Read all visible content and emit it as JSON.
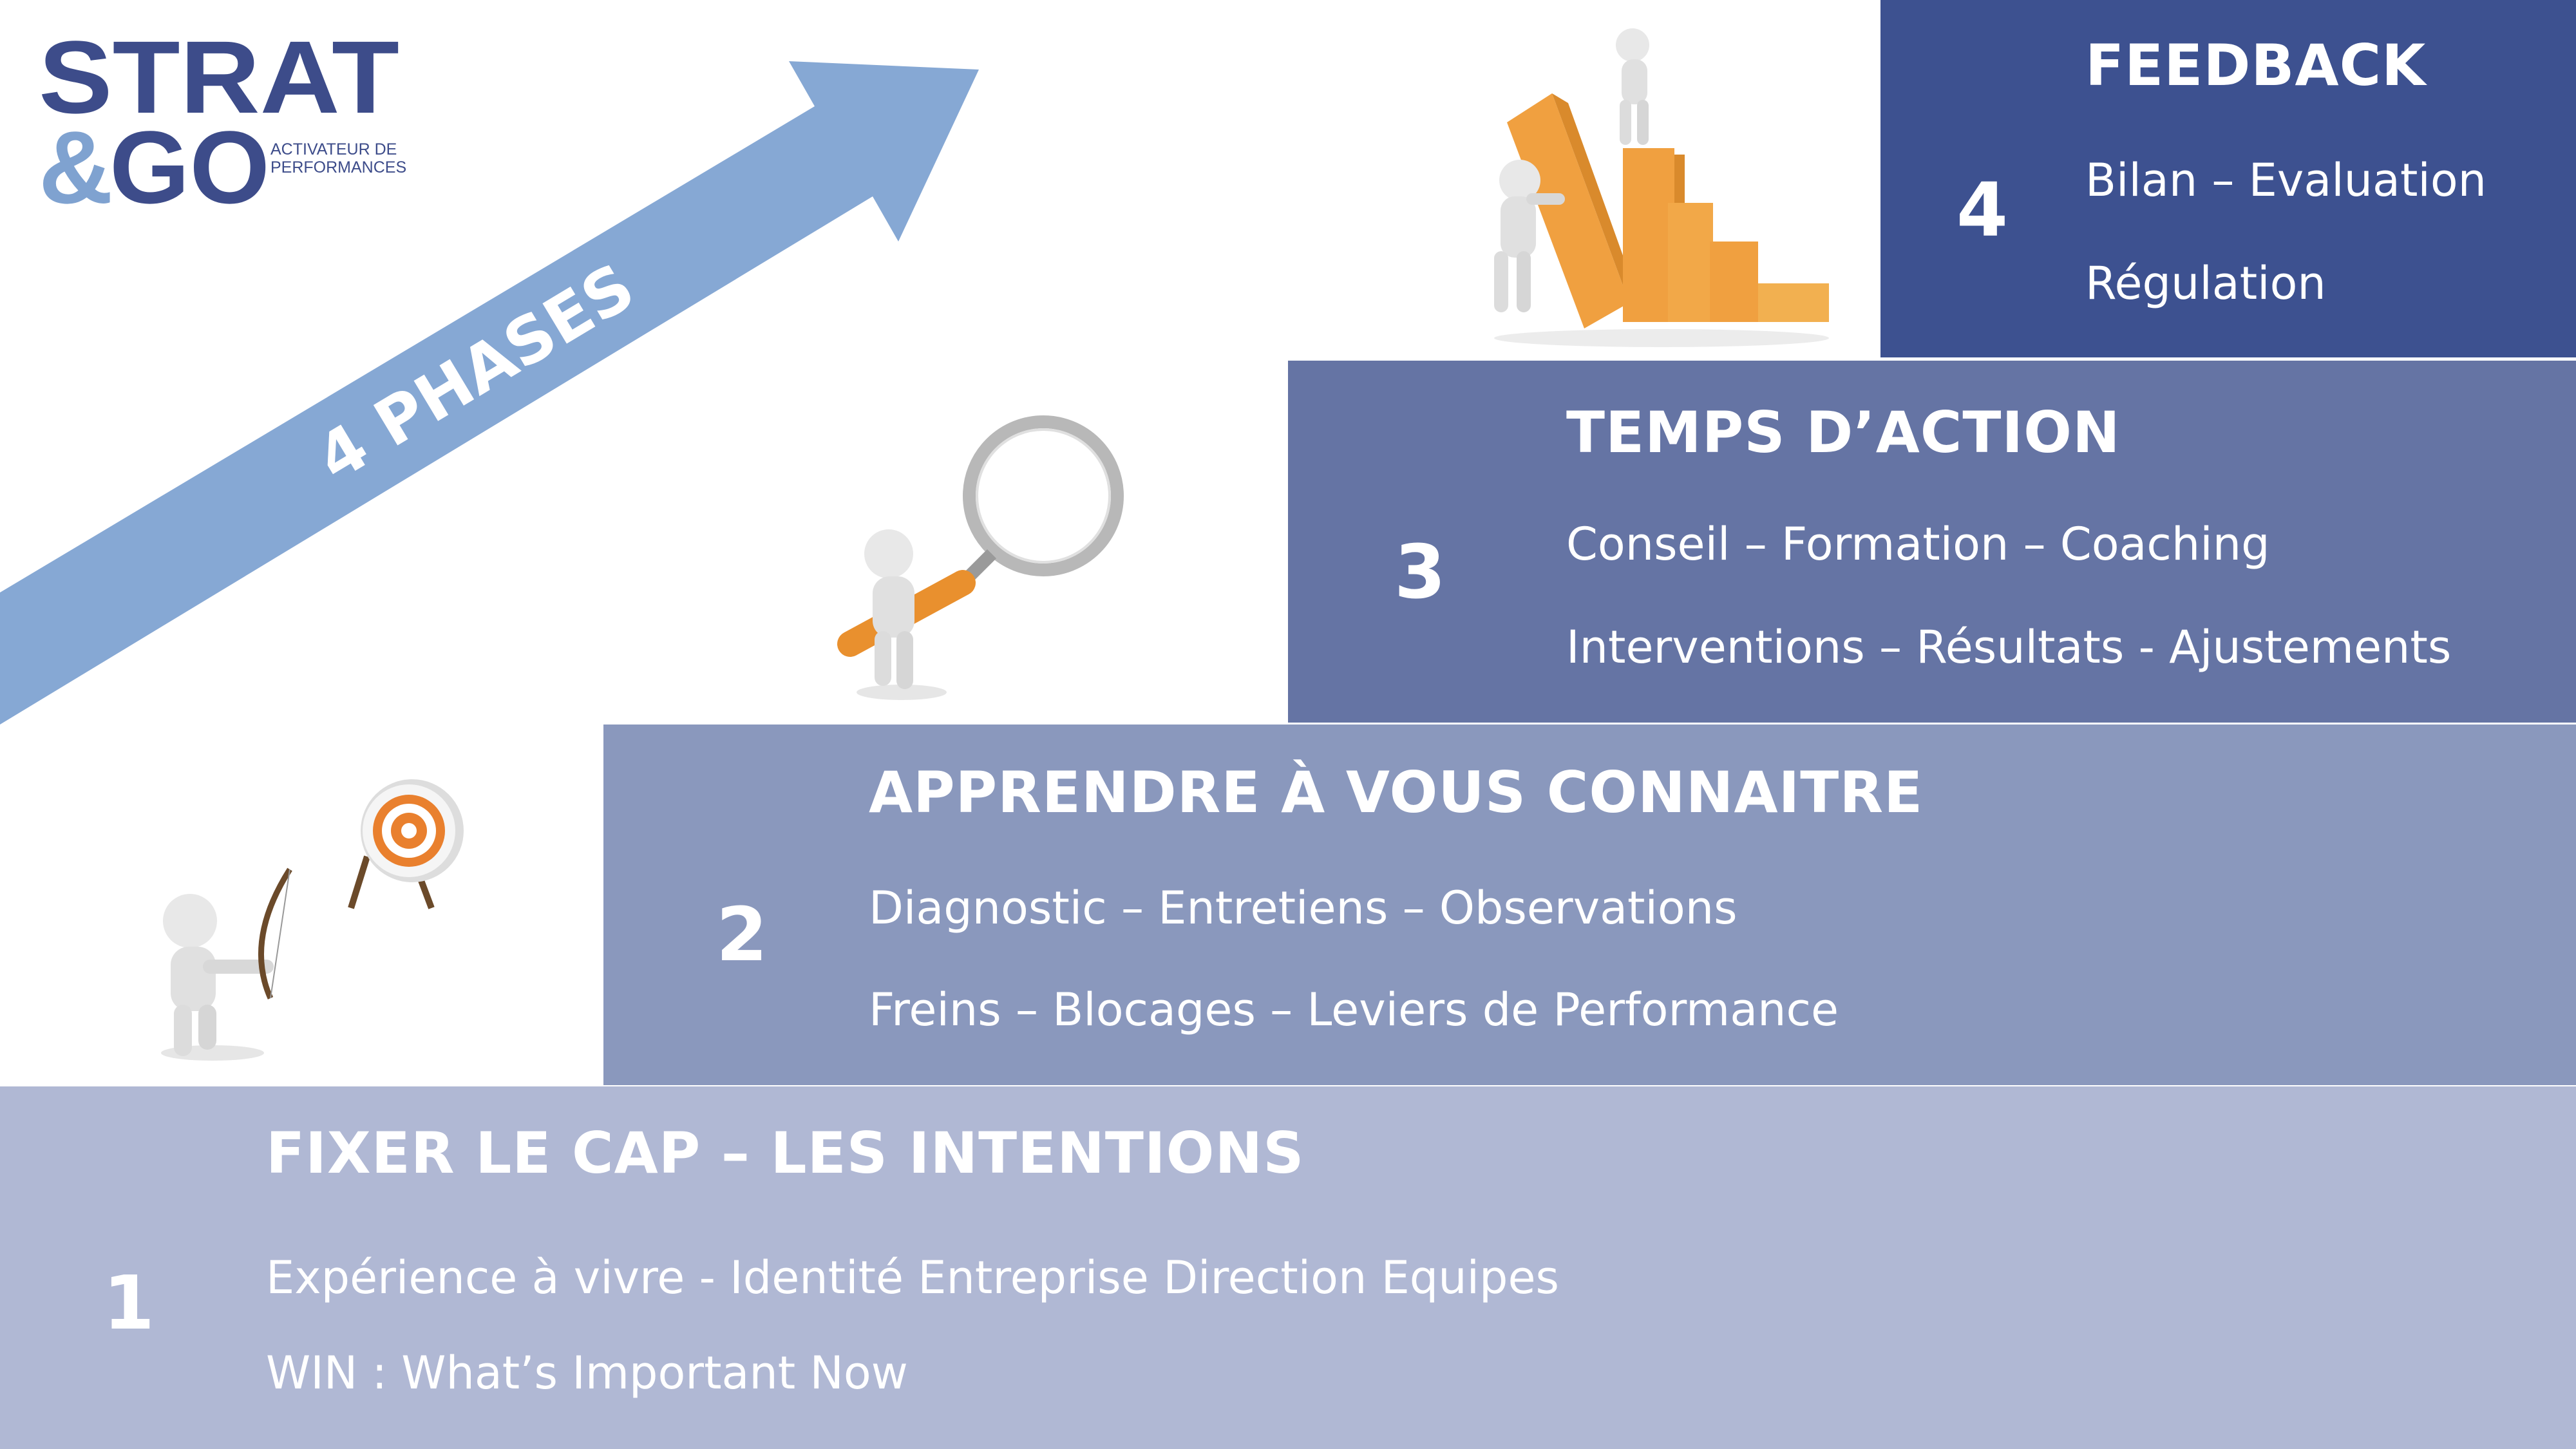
{
  "logo": {
    "line1": "STRAT",
    "line2": "&GO",
    "tagline1": "ACTIVATEUR DE",
    "tagline2": "PERFORMANCES"
  },
  "arrow": {
    "label": "4 PHASES"
  },
  "phases": [
    {
      "number": "1",
      "title": "FIXER LE CAP – LES INTENTIONS",
      "lines": [
        "Expérience à vivre - Identité Entreprise Direction Equipes",
        "WIN : What’s Important Now"
      ],
      "illustration": "archer-target-icon"
    },
    {
      "number": "2",
      "title": "APPRENDRE À VOUS CONNAITRE",
      "lines": [
        "Diagnostic – Entretiens – Observations",
        "Freins – Blocages – Leviers de Performance"
      ],
      "illustration": "magnifying-glass-icon"
    },
    {
      "number": "3",
      "title": "TEMPS D’ACTION",
      "lines": [
        "Conseil – Formation – Coaching",
        "Interventions – Résultats - Ajustements"
      ]
    },
    {
      "number": "4",
      "title": "FEEDBACK",
      "lines": [
        "Bilan – Evaluation",
        "Régulation"
      ],
      "illustration": "bar-chart-figures-icon"
    }
  ],
  "colors": {
    "phase4": "#3d5190",
    "phase3": "#6574a4",
    "phase2": "#8a98bd",
    "phase1": "#b0b8d4",
    "arrow": "#86a8d4",
    "logo_dark": "#3d4c8a",
    "logo_light": "#7fa2d0",
    "illustration_orange": "#f0a040"
  }
}
